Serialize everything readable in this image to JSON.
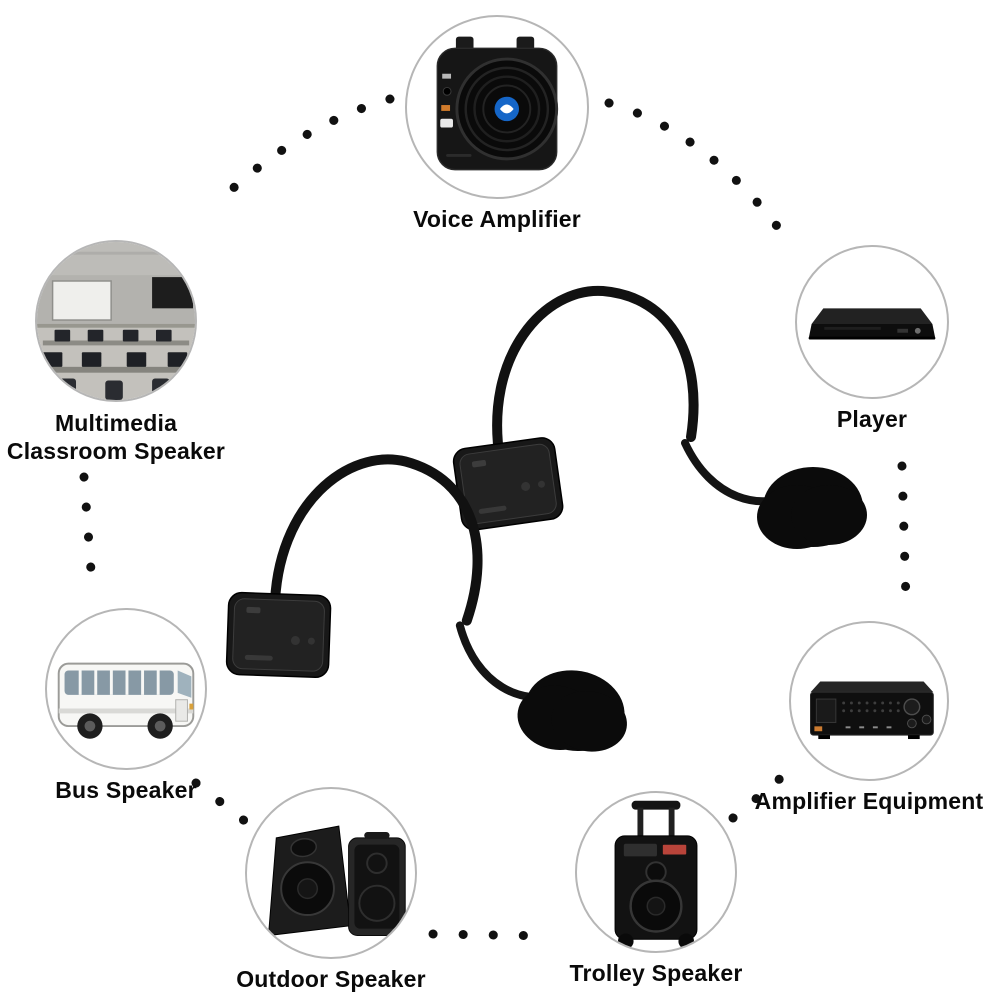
{
  "diagram": {
    "nodes": [
      {
        "id": "voice-amplifier",
        "label": "Voice Amplifier"
      },
      {
        "id": "player",
        "label": "Player"
      },
      {
        "id": "multimedia-classroom-speaker",
        "label": "Multimedia Classroom Speaker",
        "label_lines": [
          "Multimedia",
          "Classroom Speaker"
        ]
      },
      {
        "id": "bus-speaker",
        "label": "Bus Speaker"
      },
      {
        "id": "amplifier-equipment",
        "label": "Amplifier Equipment"
      },
      {
        "id": "outdoor-speaker",
        "label": "Outdoor Speaker"
      },
      {
        "id": "trolley-speaker",
        "label": "Trolley Speaker"
      }
    ],
    "colors": {
      "connector_dot": "#111111",
      "label": "#0a0a0a",
      "circle_border": "#b6b6b6",
      "logo_blue": "#1566c8"
    }
  }
}
